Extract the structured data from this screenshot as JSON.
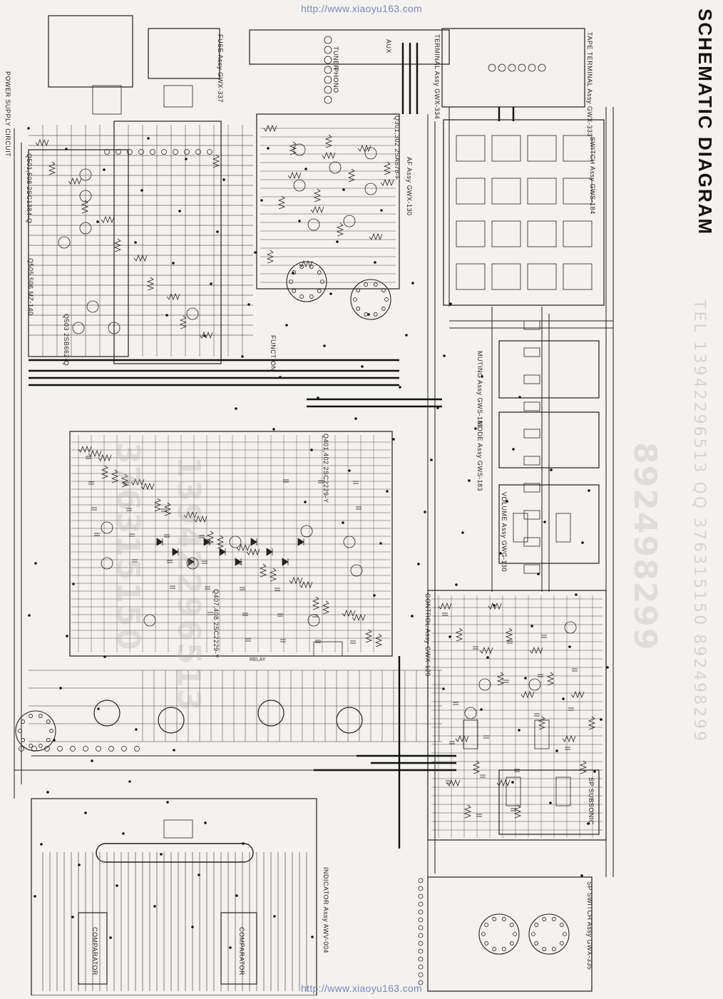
{
  "page": {
    "title": "SCHEMATIC DIAGRAM",
    "source_url": "http://www.xiaoyu163.com"
  },
  "watermarks": {
    "contact": "TEL 13942296513  QQ 376315150  892498299",
    "number_1": "376315150",
    "number_2": "892498299",
    "number_3": "13942296513"
  },
  "blocks": {
    "power_supply": "POWER SUPPLY CIRCUIT",
    "fuse": "FUSE Assy GWX-337",
    "af": "AF Assy GWX-130",
    "tape_terminal": "TAPE TERMINAL Assy GWX-333",
    "terminal": "TERMINAL Assy GWX-334",
    "switch": "SWITCH Assy GWS-184",
    "muting": "MUTING Assy GWS-182",
    "mode": "MODE Assy GWS-183",
    "volume": "VOLUME Assy GWG-130",
    "control": "CONTROL Assy GWX-129",
    "sp_subsonic": "SP SUBSONIC",
    "sp_switch": "SP SWITCH Assy GWX-335",
    "indicator": "INDICATOR Assy AWV-004",
    "relay": "RELAY",
    "function": "FUNCTION"
  },
  "labels": {
    "q501": "Q501,508 2SC1384-Q",
    "q505": "Q505,506 MZ-140",
    "q503": "Q503 2SB662-Q",
    "q302": "Q301,302 2SA678-F",
    "q401": "Q401,402 2SC2229-Y",
    "q407": "Q407,408 2SC2229-Y",
    "comparator": "COMPARATOR",
    "phono": "PHONO",
    "tuner": "TUNER",
    "aux": "AUX"
  }
}
